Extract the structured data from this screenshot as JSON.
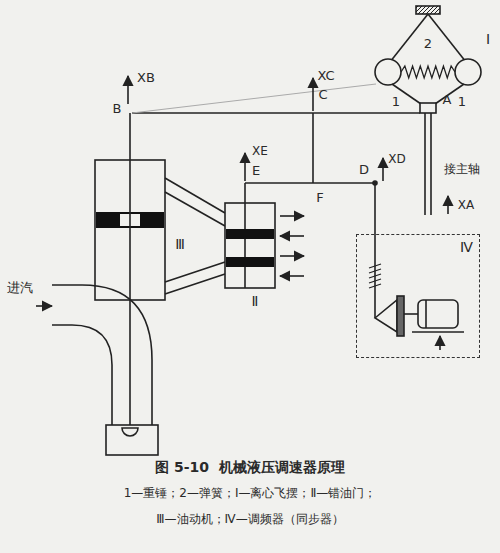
{
  "diagram": {
    "caption": "图 5-10  机械液压调速器原理",
    "nodes": [
      {
        "text": [
          "Ⅳ"
        ]
      }
    ],
    "labels": [
      "XB",
      "B",
      "XC",
      "C",
      "2",
      "Ⅰ",
      "1",
      "1",
      "A",
      "XA",
      "接主轴",
      "XE",
      "E",
      "F",
      "D",
      "XD",
      "Ⅲ",
      "Ⅱ",
      "进汽",
      "1—重锤；2—弹簧；Ⅰ—离心飞摆；Ⅱ—错油门；",
      "Ⅲ—油动机；Ⅳ—调频器（同步器）"
    ]
  }
}
